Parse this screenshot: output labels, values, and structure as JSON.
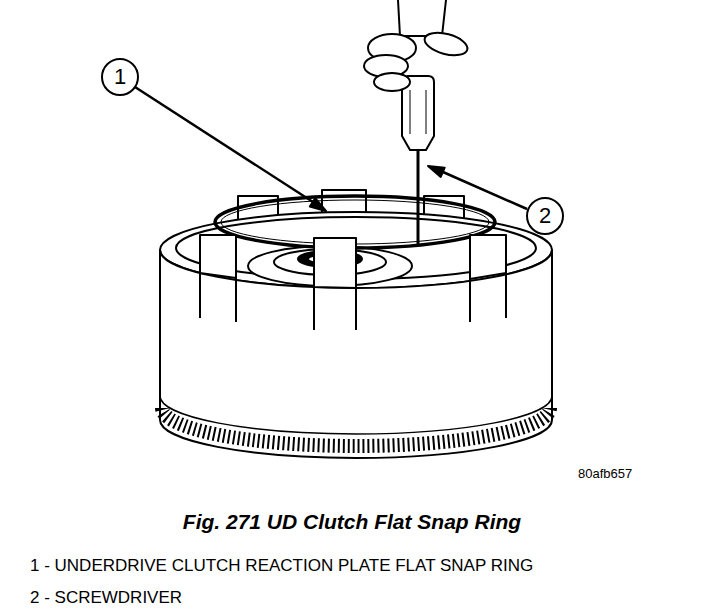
{
  "diagram": {
    "caption": "Fig. 271 UD Clutch Flat Snap Ring",
    "nodes": [
      {
        "text": [
          "1"
        ]
      },
      {
        "text": [
          "2"
        ]
      }
    ],
    "labels": [
      "80afb657",
      "1 - UNDERDRIVE CLUTCH REACTION PLATE FLAT SNAP RING",
      "2 - SCREWDRIVER"
    ]
  }
}
